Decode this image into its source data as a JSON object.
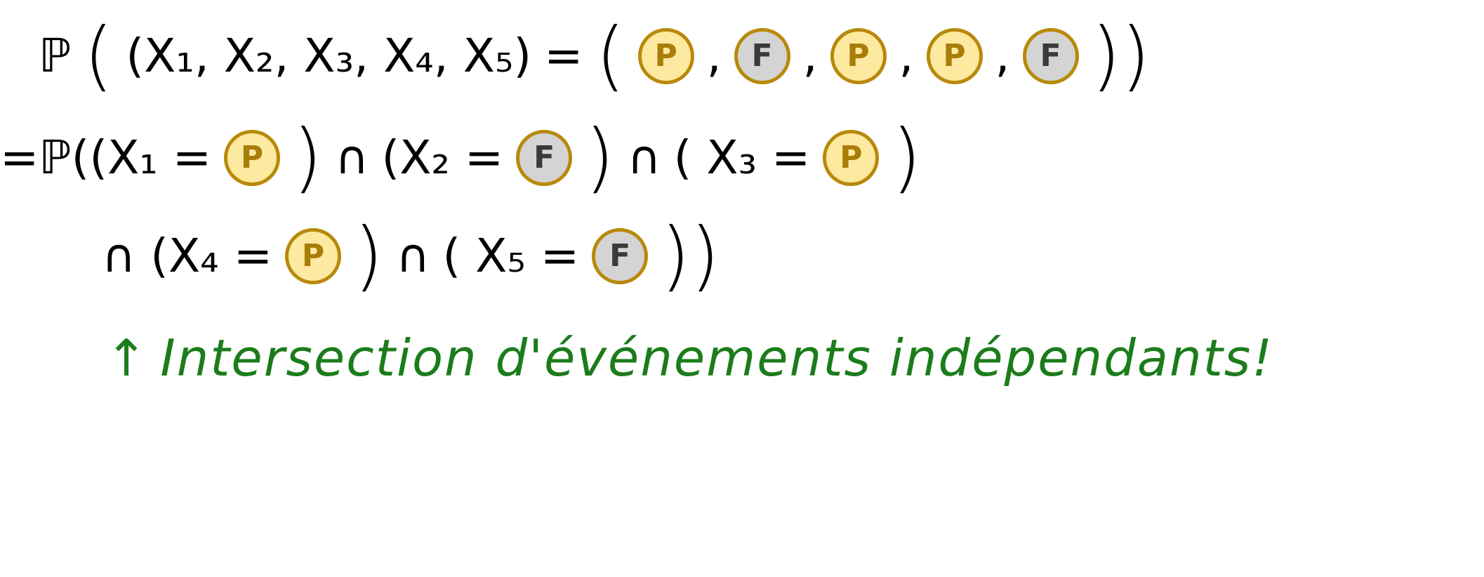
{
  "colors": {
    "pile_fill": "#fde9a0",
    "face_fill": "#d4d4d4",
    "coin_border": "#b8890a",
    "annotation": "#1b7c1b"
  },
  "coin_labels": {
    "pile": "P",
    "face": "F"
  },
  "row1": {
    "prob": "ℙ",
    "open": "(",
    "vars": "(X₁, X₂, X₃, X₄, X₅)",
    "eq": "=",
    "open2": "(",
    "coins": [
      "P",
      "F",
      "P",
      "P",
      "F"
    ],
    "close": "))"
  },
  "row2": {
    "prefix": "=ℙ((X₁ =",
    "c1": "P",
    "close1": ")",
    "cap1": "∩",
    "mid": "(X₂ =",
    "c2": "F",
    "close2": ")",
    "cap2": "∩",
    "mid2": "( X₃ =",
    "c3": "P",
    "close3": ")"
  },
  "row3": {
    "prefix": "∩ (X₄ =",
    "c4": "P",
    "close4": ")",
    "cap": "∩",
    "mid": "( X₅ =",
    "c5": "F",
    "close5": "))"
  },
  "annotation": {
    "arrow": "↑",
    "text": "Intersection d'événements indépendants!"
  }
}
